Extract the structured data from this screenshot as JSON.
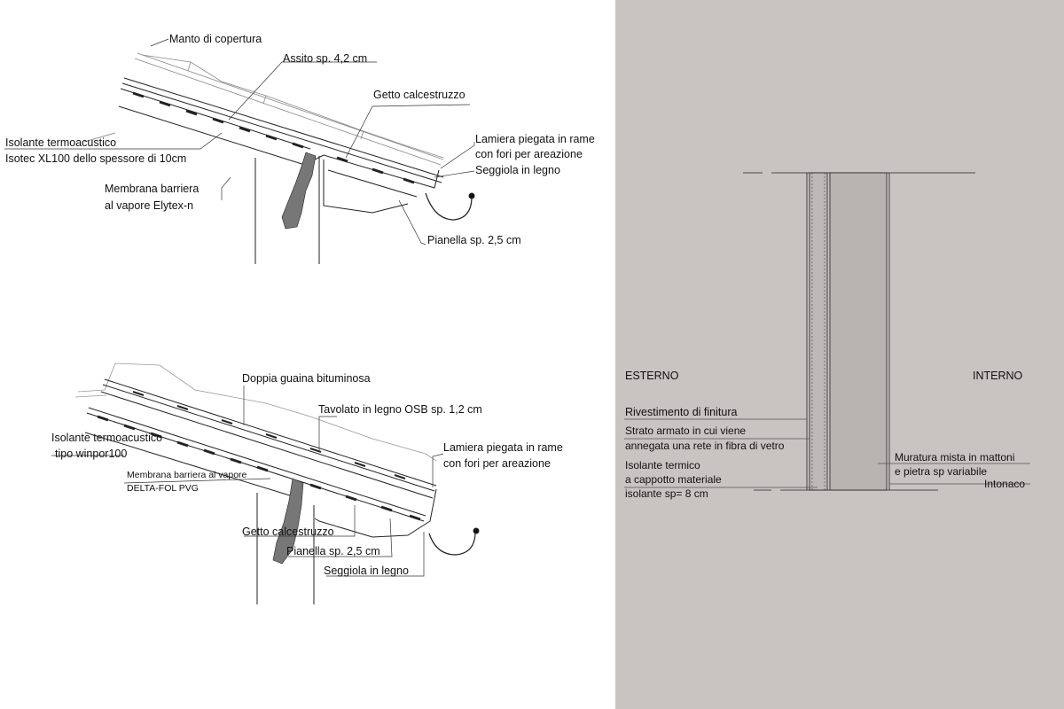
{
  "top_detail": {
    "labels": {
      "manto": "Manto di copertura",
      "assito": "Assito sp. 4,2 cm",
      "getto": "Getto calcestruzzo",
      "isolante_1": "Isolante termoacustico",
      "isolante_2": "Isotec XL100 dello spessore di 10cm",
      "lamiera_1": "Lamiera piegata in rame",
      "lamiera_2": "con fori per areazione",
      "seggiola": "Seggiola in legno",
      "membrana_1": "Membrana barriera",
      "membrana_2": "al vapore Elytex-n",
      "pianella": "Pianella sp. 2,5 cm"
    }
  },
  "bottom_detail": {
    "labels": {
      "guaina": "Doppia guaina bituminosa",
      "tavolato": "Tavolato in legno OSB sp. 1,2 cm",
      "isolante_1": "Isolante termoacustico",
      "isolante_2": "tipo winpor100",
      "lamiera_1": "Lamiera piegata in rame",
      "lamiera_2": "con fori per areazione",
      "membrana_1": "Membrana barriera al vapore",
      "membrana_2": "DELTA-FOL PVG",
      "getto": "Getto calcestruzzo",
      "pianella": "Pianella sp. 2,5 cm",
      "seggiola": "Seggiola in legno"
    }
  },
  "wall_section": {
    "labels": {
      "esterno": "ESTERNO",
      "interno": "INTERNO",
      "rivestimento": "Rivestimento di  finitura",
      "strato_1": "Strato armato in cui viene",
      "strato_2": "annegata una rete in fibra di vetro",
      "isolante_1": "Isolante termico",
      "isolante_2": "a cappotto  materiale",
      "isolante_3": "isolante sp= 8 cm",
      "muratura_1": "Muratura mista in mattoni",
      "muratura_2": "e pietra sp variabile",
      "intonaco": "Intonaco"
    }
  }
}
